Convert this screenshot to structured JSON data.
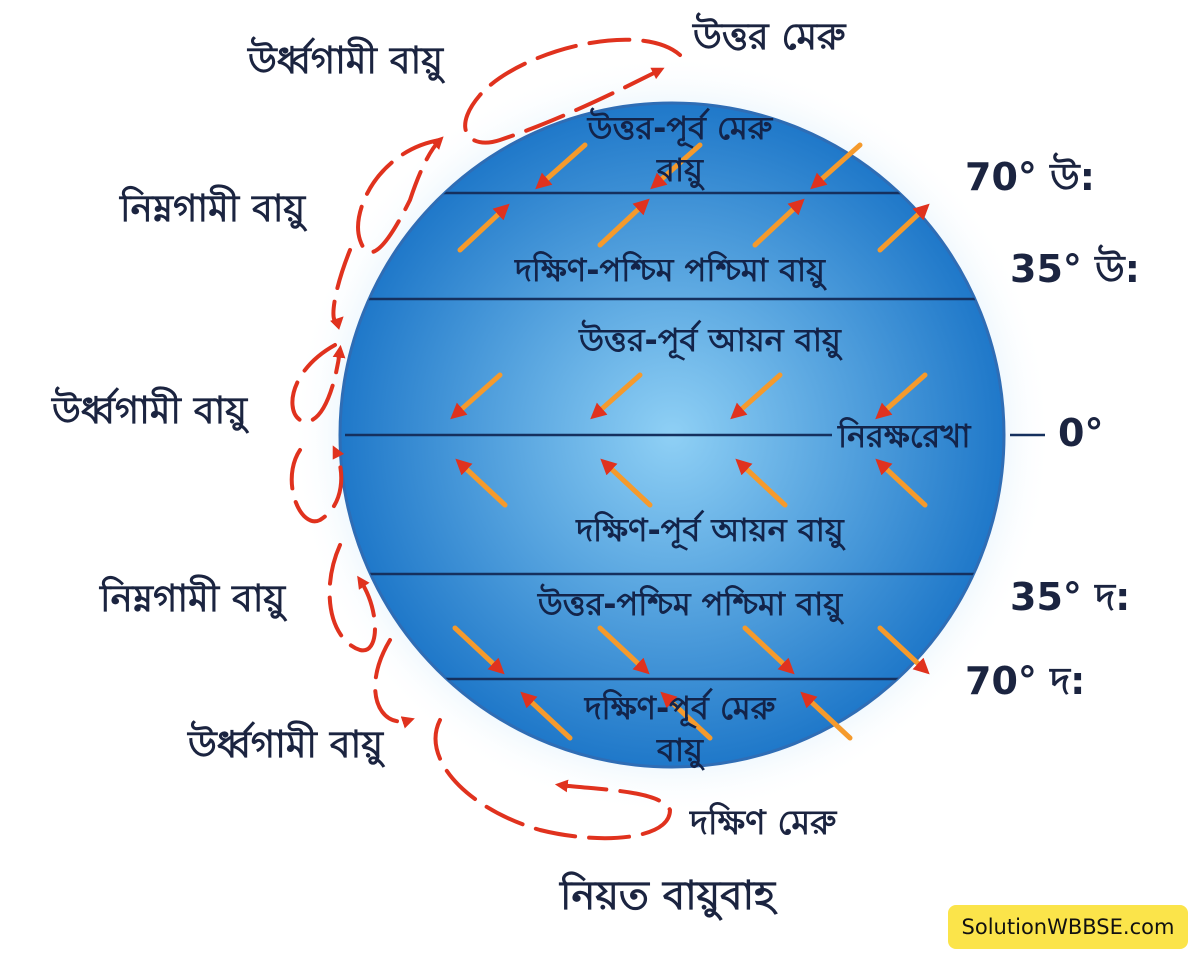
{
  "title": "নিয়ত বায়ুবাহ",
  "poles": {
    "north": "উত্তর মেরু",
    "south": "দক্ষিণ মেরু"
  },
  "side_labels": {
    "ascending_north": "উর্ধ্বগামী বায়ু",
    "descending_north": "নিম্নগামী বায়ু",
    "ascending_equator": "উর্ধ্বগামী বায়ু",
    "descending_south": "নিম্নগামী বায়ু",
    "ascending_south": "উর্ধ্বগামী বায়ু"
  },
  "latitudes": {
    "n70": "70° উ:",
    "n35": "35° উ:",
    "equator_name": "নিরক্ষরেখা",
    "equator_deg": "0°",
    "s35": "35° দ:",
    "s70": "70° দ:"
  },
  "wind_belts": {
    "ne_polar_1": "উত্তর-পূর্ব মেরু",
    "ne_polar_2": "বায়ু",
    "sw_westerlies": "দক্ষিণ-পশ্চিম পশ্চিমা বায়ু",
    "ne_trades": "উত্তর-পূর্ব আয়ন বায়ু",
    "se_trades": "দক্ষিণ-পূর্ব আয়ন বায়ু",
    "nw_westerlies": "উত্তর-পশ্চিম পশ্চিমা বায়ু",
    "se_polar_1": "দক্ষিণ-পূর্ব মেরু",
    "se_polar_2": "বায়ু"
  },
  "watermark": "SolutionWBBSE.com",
  "colors": {
    "globe_center": "#8fd0f5",
    "globe_edge": "#1f78c9",
    "lat_line": "#15305e",
    "arrow_orange": "#f59a2c",
    "arrow_red": "#e0321e",
    "text_dark": "#1b2440",
    "watermark_bg": "#fbe44a"
  }
}
